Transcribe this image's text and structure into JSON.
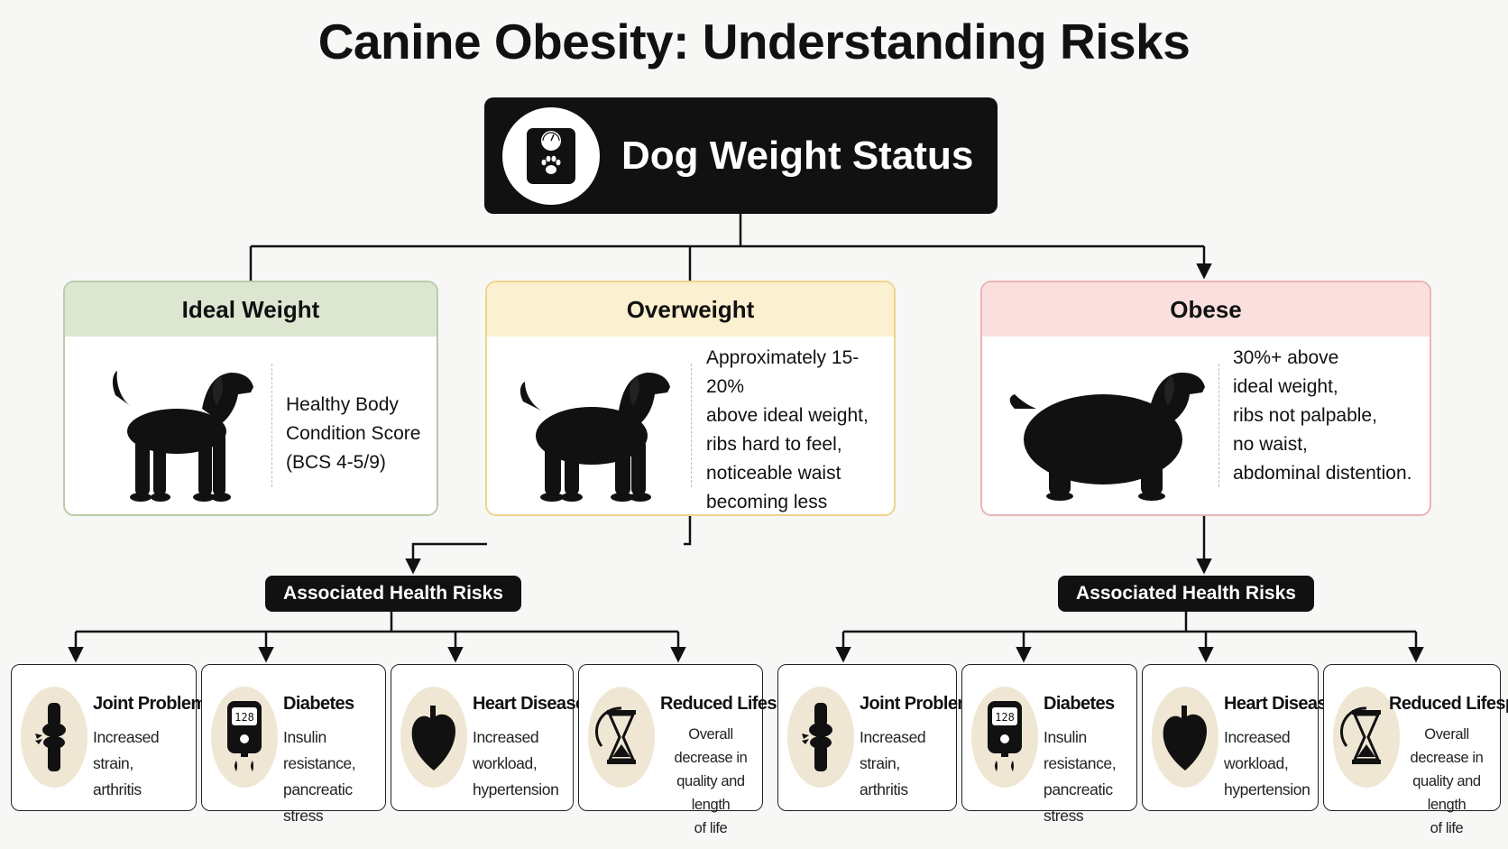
{
  "title": "Canine Obesity: Understanding Risks",
  "root": {
    "label": "Dog Weight Status",
    "icon": "scale-paw-icon"
  },
  "categories": [
    {
      "key": "ideal",
      "title": "Ideal Weight",
      "lines": [
        "Healthy Body",
        "Condition Score",
        "(BCS 4-5/9)"
      ],
      "header_color": "#dde6d1",
      "border_color": "#b9ccaa"
    },
    {
      "key": "overweight",
      "title": "Overweight",
      "lines": [
        "Approximately 15-20%",
        "above ideal weight,",
        "ribs hard to feel,",
        "noticeable waist",
        "becoming less defined."
      ],
      "header_color": "#fbf0cf",
      "border_color": "#eed58a"
    },
    {
      "key": "obese",
      "title": "Obese",
      "lines": [
        "30%+ above",
        "ideal weight,",
        "ribs not palpable,",
        "no waist,",
        "abdominal distention."
      ],
      "header_color": "#f9e0de",
      "border_color": "#ecb4b4"
    }
  ],
  "risk_groups": [
    {
      "header": "Associated Health Risks",
      "risks": [
        {
          "title": "Joint Problems",
          "desc": [
            "Increased strain,",
            "arthritis"
          ],
          "icon": "joint-icon"
        },
        {
          "title": "Diabetes",
          "desc": [
            "Insulin resistance,",
            "pancreatic stress"
          ],
          "icon": "glucose-meter-icon",
          "meter_value": "128"
        },
        {
          "title": "Heart Disease",
          "desc": [
            "Increased workload,",
            "hypertension"
          ],
          "icon": "heart-icon"
        },
        {
          "title": "Reduced Lifespan",
          "desc": [
            "Overall decrease in",
            "quality and length",
            "of life"
          ],
          "icon": "hourglass-icon"
        }
      ]
    },
    {
      "header": "Associated Health Risks",
      "risks": [
        {
          "title": "Joint Problems",
          "desc": [
            "Increased strain,",
            "arthritis"
          ],
          "icon": "joint-icon"
        },
        {
          "title": "Diabetes",
          "desc": [
            "Insulin resistance,",
            "pancreatic stress"
          ],
          "icon": "glucose-meter-icon",
          "meter_value": "128"
        },
        {
          "title": "Heart Disease",
          "desc": [
            "Increased workload,",
            "hypertension"
          ],
          "icon": "heart-icon"
        },
        {
          "title": "Reduced Lifespan",
          "desc": [
            "Overall decrease in",
            "quality and length",
            "of life"
          ],
          "icon": "hourglass-icon"
        }
      ]
    }
  ],
  "colors": {
    "dark": "#111111",
    "icon_circle": "#efe7d4",
    "background": "#f7f7f6"
  }
}
